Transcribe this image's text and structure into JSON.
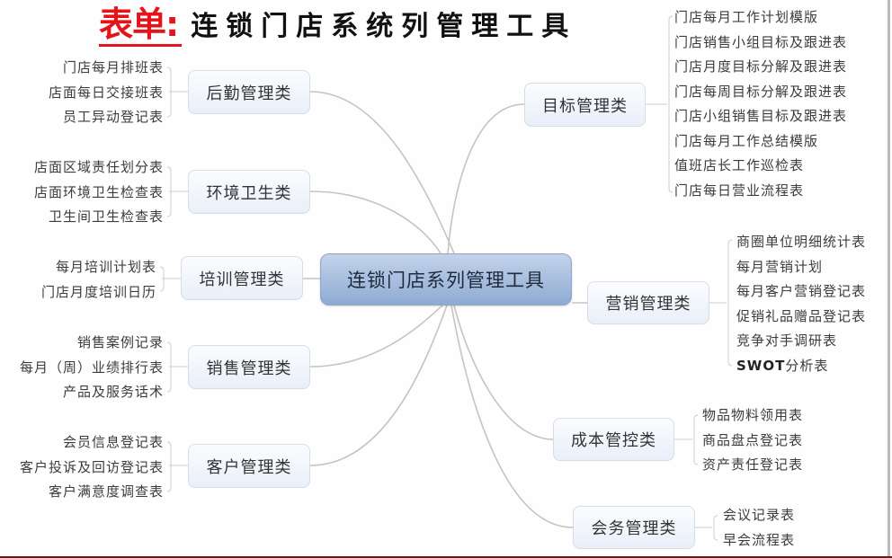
{
  "title": {
    "prefix": "表单:",
    "main": "连锁门店系统列管理工具"
  },
  "center_node": {
    "label": "连锁门店系列管理工具"
  },
  "branches": {
    "logistics": {
      "label": "后勤管理类",
      "items": [
        "门店每月排班表",
        "店面每日交接班表",
        "员工异动登记表"
      ]
    },
    "environment": {
      "label": "环境卫生类",
      "items": [
        "店面区域责任划分表",
        "店面环境卫生检查表",
        "卫生间卫生检查表"
      ]
    },
    "training": {
      "label": "培训管理类",
      "items": [
        "每月培训计划表",
        "门店月度培训日历"
      ]
    },
    "sales": {
      "label": "销售管理类",
      "items": [
        "销售案例记录",
        "每月（周）业绩排行表",
        "产品及服务话术"
      ]
    },
    "customer": {
      "label": "客户管理类",
      "items": [
        "会员信息登记表",
        "客户投诉及回访登记表",
        "客户满意度调查表"
      ]
    },
    "target": {
      "label": "目标管理类",
      "items": [
        "门店每月工作计划模版",
        "门店销售小组目标及跟进表",
        "门店月度目标分解及跟进表",
        "门店每周目标分解及跟进表",
        "门店小组销售目标及跟进表",
        "门店每月工作总结模版",
        "值班店长工作巡检表",
        "门店每日营业流程表"
      ]
    },
    "marketing": {
      "label": "营销管理类",
      "items": [
        "商圈单位明细统计表",
        "每月营销计划",
        "每月客户营销登记表",
        "促销礼品赠品登记表",
        "竞争对手调研表"
      ],
      "swot_bold": "SWOT",
      "swot_rest": "分析表"
    },
    "cost": {
      "label": "成本管控类",
      "items": [
        "物品物料领用表",
        "商品盘点登记表",
        "资产责任登记表"
      ]
    },
    "meeting": {
      "label": "会务管理类",
      "items": [
        "会议记录表",
        "早会流程表"
      ]
    }
  },
  "colors": {
    "title_prefix": "#e4141b",
    "center_node_top": "#c3d3ea",
    "center_node_bottom": "#8eaad3",
    "branch_node_bg": "#e9eff9",
    "connector": "#c8c8c8"
  }
}
